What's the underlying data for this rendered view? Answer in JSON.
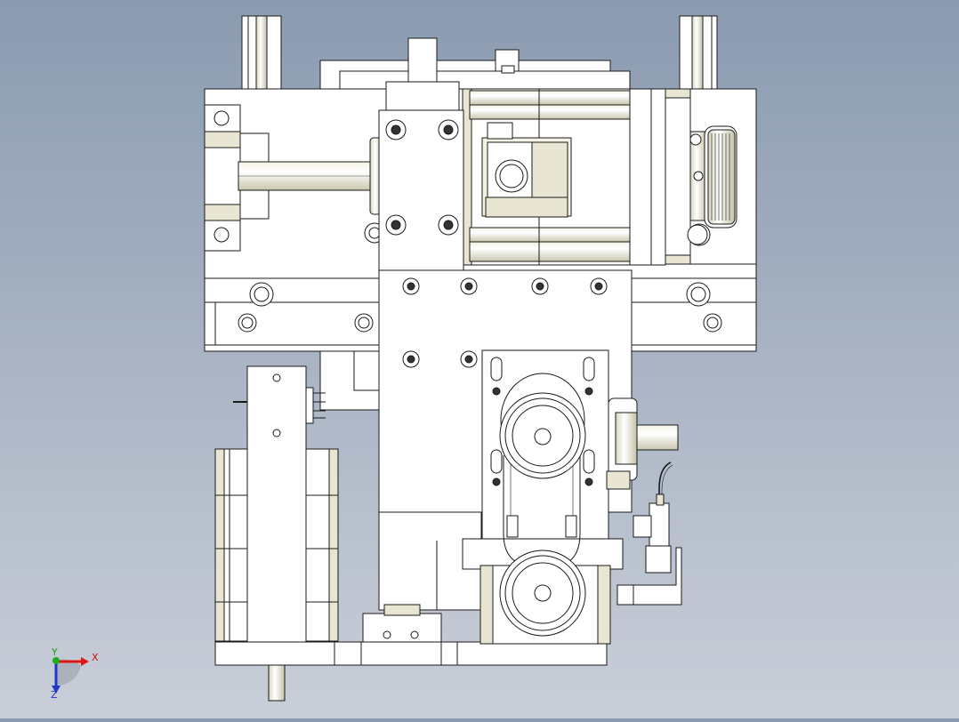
{
  "view": {
    "kind": "cad-assembly-front-view",
    "background_top": "#8b9bb0",
    "background_bottom": "#c9cfd9",
    "part_fill": "#ffffff",
    "shade_fill": "#e8e6d2",
    "edge_color": "#1a1a1a"
  },
  "triad": {
    "x_label": "X",
    "y_label": "Y",
    "z_label": "Z",
    "x_color": "#e01515",
    "y_color": "#19b019",
    "z_color": "#1e36d0"
  },
  "icons": [
    "coordinate-triad-icon"
  ]
}
